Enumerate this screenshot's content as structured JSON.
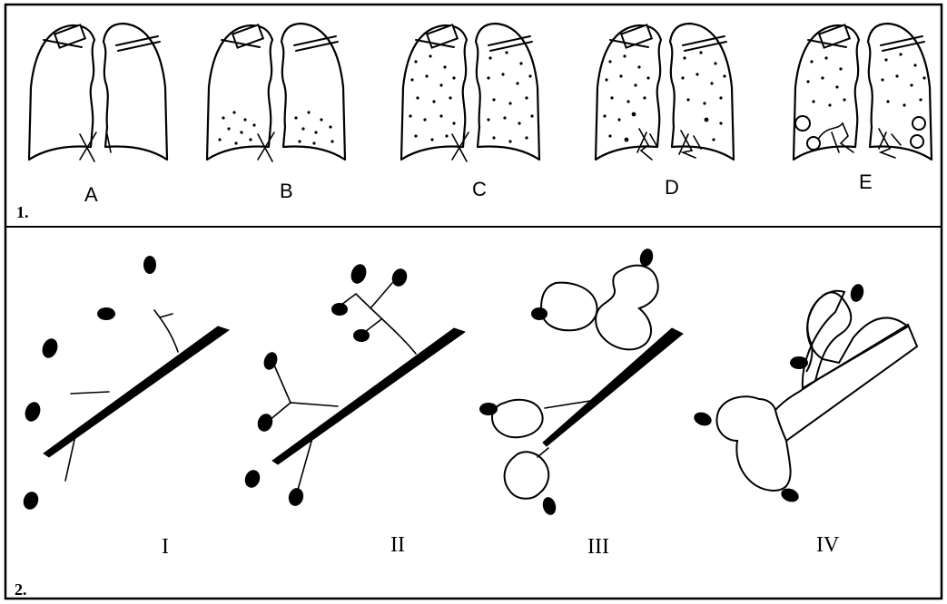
{
  "part_labels": {
    "part1": "1.",
    "part2": "2."
  },
  "row1": {
    "panels": [
      {
        "label": "A"
      },
      {
        "label": "B"
      },
      {
        "label": "C"
      },
      {
        "label": "D"
      },
      {
        "label": "E"
      }
    ]
  },
  "row2": {
    "panels": [
      {
        "label": "I"
      },
      {
        "label": "II"
      },
      {
        "label": "III"
      },
      {
        "label": "IV"
      }
    ]
  }
}
